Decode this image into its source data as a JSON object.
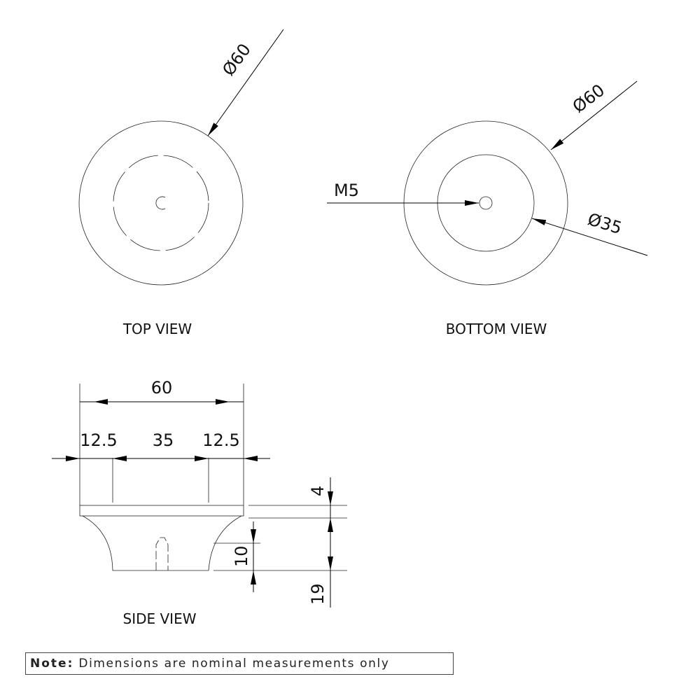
{
  "top_view": {
    "label": "TOP VIEW",
    "diameter_label": "Ø60"
  },
  "bottom_view": {
    "label": "BOTTOM VIEW",
    "outer_diameter_label": "Ø60",
    "inner_diameter_label": "Ø35",
    "thread_label": "M5"
  },
  "side_view": {
    "label": "SIDE VIEW",
    "overall_width": "60",
    "left_step": "12.5",
    "center_width": "35",
    "right_step": "12.5",
    "top_thickness": "4",
    "hole_depth": "10",
    "overall_height": "19"
  },
  "note": {
    "prefix": "Note:",
    "text": " Dimensions are nominal measurements only"
  }
}
